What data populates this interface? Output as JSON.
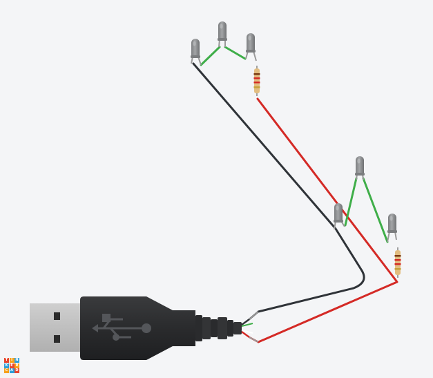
{
  "colors": {
    "background": "#f4f5f7",
    "wire_black": "#2f3338",
    "wire_red": "#d42a26",
    "wire_green": "#3fae49",
    "led_body": "#8a8c8e",
    "led_lead": "#9a9a9a",
    "usb_body": "#2a2b2d",
    "usb_connector": "#bdbdbd",
    "usb_symbol": "#54565a",
    "resistor_body": "#e2bd80"
  },
  "icons": {
    "usb_symbol": "usb-trident-icon",
    "brand_logo": "tinkercad-logo-icon"
  },
  "components": {
    "led_group_1": [
      "led",
      "led",
      "led"
    ],
    "led_group_2": [
      "led",
      "led",
      "led"
    ],
    "resistors": [
      "resistor",
      "resistor"
    ],
    "wires": [
      "black",
      "red",
      "green"
    ]
  },
  "logo": {
    "letters": [
      "T",
      "I",
      "N",
      "K",
      "E",
      "R",
      "C",
      "A",
      "D"
    ],
    "colors": [
      "#e8462e",
      "#f7a11c",
      "#2d9fd9",
      "#2d9fd9",
      "#e8462e",
      "#f7a11c",
      "#f7a11c",
      "#2d9fd9",
      "#e8462e"
    ]
  }
}
